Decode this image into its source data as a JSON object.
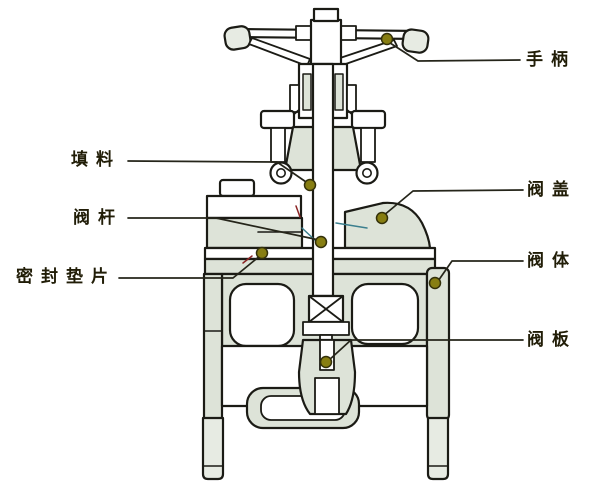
{
  "diagram": {
    "subject": "gate valve cross-section diagram",
    "labels": {
      "handle": "手柄",
      "packing": "填料",
      "bonnet": "阀盖",
      "stem": "阀杆",
      "gasket": "密封垫片",
      "body": "阀体",
      "disc": "阀板"
    },
    "colors": {
      "background": "#ffffff",
      "outline": "#1b1b15",
      "cut_shading": "#dde3d8",
      "grip_shading": "#e7ebe3",
      "marker_fill": "#877e12",
      "marker_stroke": "#33300a",
      "label_text": "#211d07",
      "leader_line": "#25251a",
      "accent_red": "#8b2424",
      "accent_teal": "#3b7f8e"
    }
  }
}
